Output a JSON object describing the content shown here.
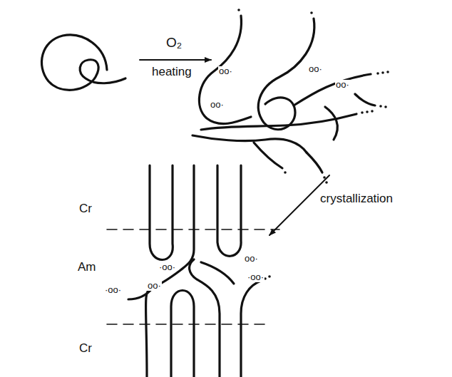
{
  "diagram": {
    "labels": [
      "O₂",
      "heating",
      "crystallization",
      "Cr",
      "Am",
      "Cr",
      "oo·",
      "oo·",
      "oo·",
      "oo·",
      "·oo·",
      "oo·",
      "oo·",
      "·oo·",
      "·oo·"
    ]
  }
}
